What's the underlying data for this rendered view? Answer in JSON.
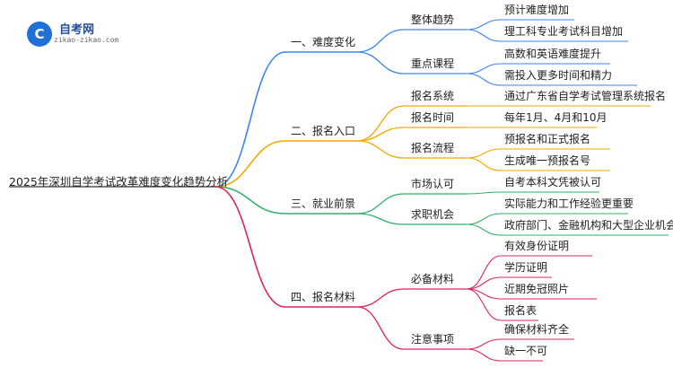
{
  "logo": {
    "badge_letter": "C",
    "name": "自考网",
    "url": "zikao-zikao.com"
  },
  "root": "2025年深圳自学考试改革难度变化趋势分析",
  "colors": {
    "b1": "#3a86f0",
    "b2": "#f2a900",
    "b3": "#2fb16a",
    "b4": "#e0245e"
  },
  "branches": [
    {
      "label": "一、难度变化",
      "children": [
        {
          "label": "整体趋势",
          "leaves": [
            "预计难度增加",
            "理工科专业考试科目增加"
          ]
        },
        {
          "label": "重点课程",
          "leaves": [
            "高数和英语难度提升",
            "需投入更多时间和精力"
          ]
        }
      ]
    },
    {
      "label": "二、报名入口",
      "children": [
        {
          "label": "报名系统",
          "leaves": [
            "通过广东省自学考试管理系统报名"
          ]
        },
        {
          "label": "报名时间",
          "leaves": [
            "每年1月、4月和10月"
          ]
        },
        {
          "label": "报名流程",
          "leaves": [
            "预报名和正式报名",
            "生成唯一预报名号"
          ]
        }
      ]
    },
    {
      "label": "三、就业前景",
      "children": [
        {
          "label": "市场认可",
          "leaves": [
            "自考本科文凭被认可"
          ]
        },
        {
          "label": "求职机会",
          "leaves": [
            "实际能力和工作经验更重要",
            "政府部门、金融机构和大型企业机会"
          ]
        }
      ]
    },
    {
      "label": "四、报名材料",
      "children": [
        {
          "label": "必备材料",
          "leaves": [
            "有效身份证明",
            "学历证明",
            "近期免冠照片",
            "报名表"
          ]
        },
        {
          "label": "注意事项",
          "leaves": [
            "确保材料齐全",
            "缺一不可"
          ]
        }
      ]
    }
  ]
}
